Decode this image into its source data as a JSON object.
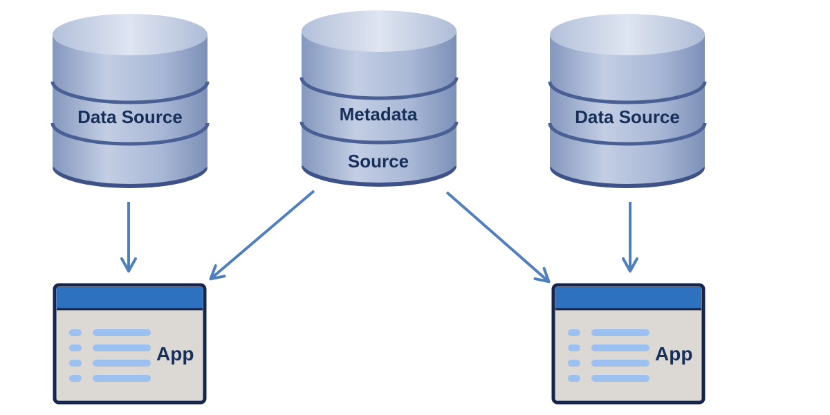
{
  "databases": {
    "left": {
      "label": "Data Source"
    },
    "center": {
      "label_line1": "Metadata",
      "label_line2": "Source"
    },
    "right": {
      "label": "Data Source"
    }
  },
  "apps": {
    "left": {
      "label": "App"
    },
    "right": {
      "label": "App"
    }
  },
  "colors": {
    "arrow": "#4f7fbd",
    "db_body": "#a9b8d6",
    "db_top": "#c9d3e8",
    "db_band": "#4a5f93",
    "app_border": "#16254d",
    "app_header": "#2e72bf",
    "app_body": "#dcd8d3",
    "app_item": "#9cc1f0",
    "text": "#17305a"
  }
}
